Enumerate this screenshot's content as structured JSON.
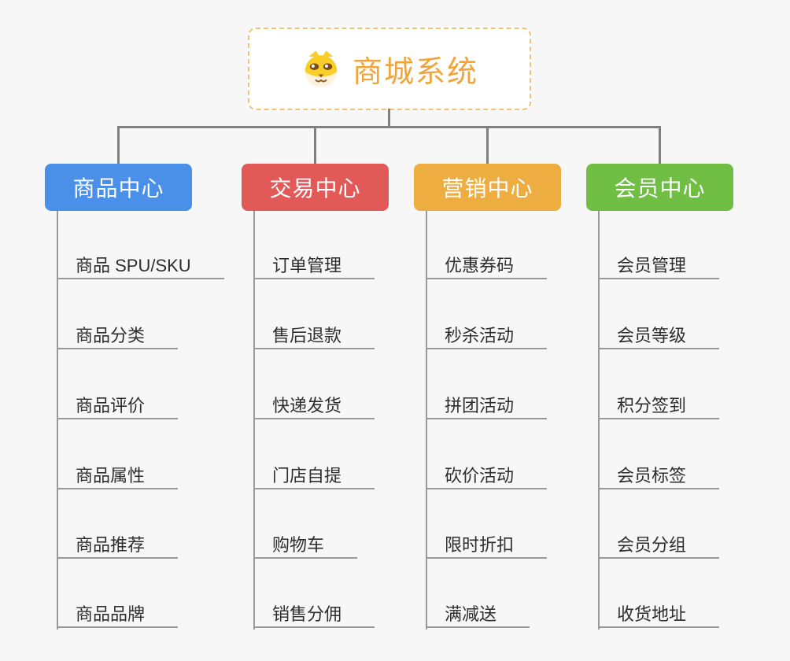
{
  "root": {
    "title": "商城系统",
    "icon": "shiba-dog-icon"
  },
  "branches": [
    {
      "label": "商品中心",
      "color": "#4a8fe8",
      "items": [
        "商品 SPU/SKU",
        "商品分类",
        "商品评价",
        "商品属性",
        "商品推荐",
        "商品品牌"
      ]
    },
    {
      "label": "交易中心",
      "color": "#e25a58",
      "items": [
        "订单管理",
        "售后退款",
        "快递发货",
        "门店自提",
        "购物车",
        "销售分佣"
      ]
    },
    {
      "label": "营销中心",
      "color": "#edad41",
      "items": [
        "优惠券码",
        "秒杀活动",
        "拼团活动",
        "砍价活动",
        "限时折扣",
        "满减送"
      ]
    },
    {
      "label": "会员中心",
      "color": "#70bf44",
      "items": [
        "会员管理",
        "会员等级",
        "积分签到",
        "会员标签",
        "会员分组",
        "收货地址"
      ]
    }
  ],
  "colors": {
    "page_background": "#f7f7f7",
    "root_border": "#f2c276",
    "root_title": "#f0a53c",
    "connector": "#7f7f7f",
    "branch_line": "#999999",
    "item_text": "#2e2e2e",
    "header_text": "#ffffff"
  }
}
